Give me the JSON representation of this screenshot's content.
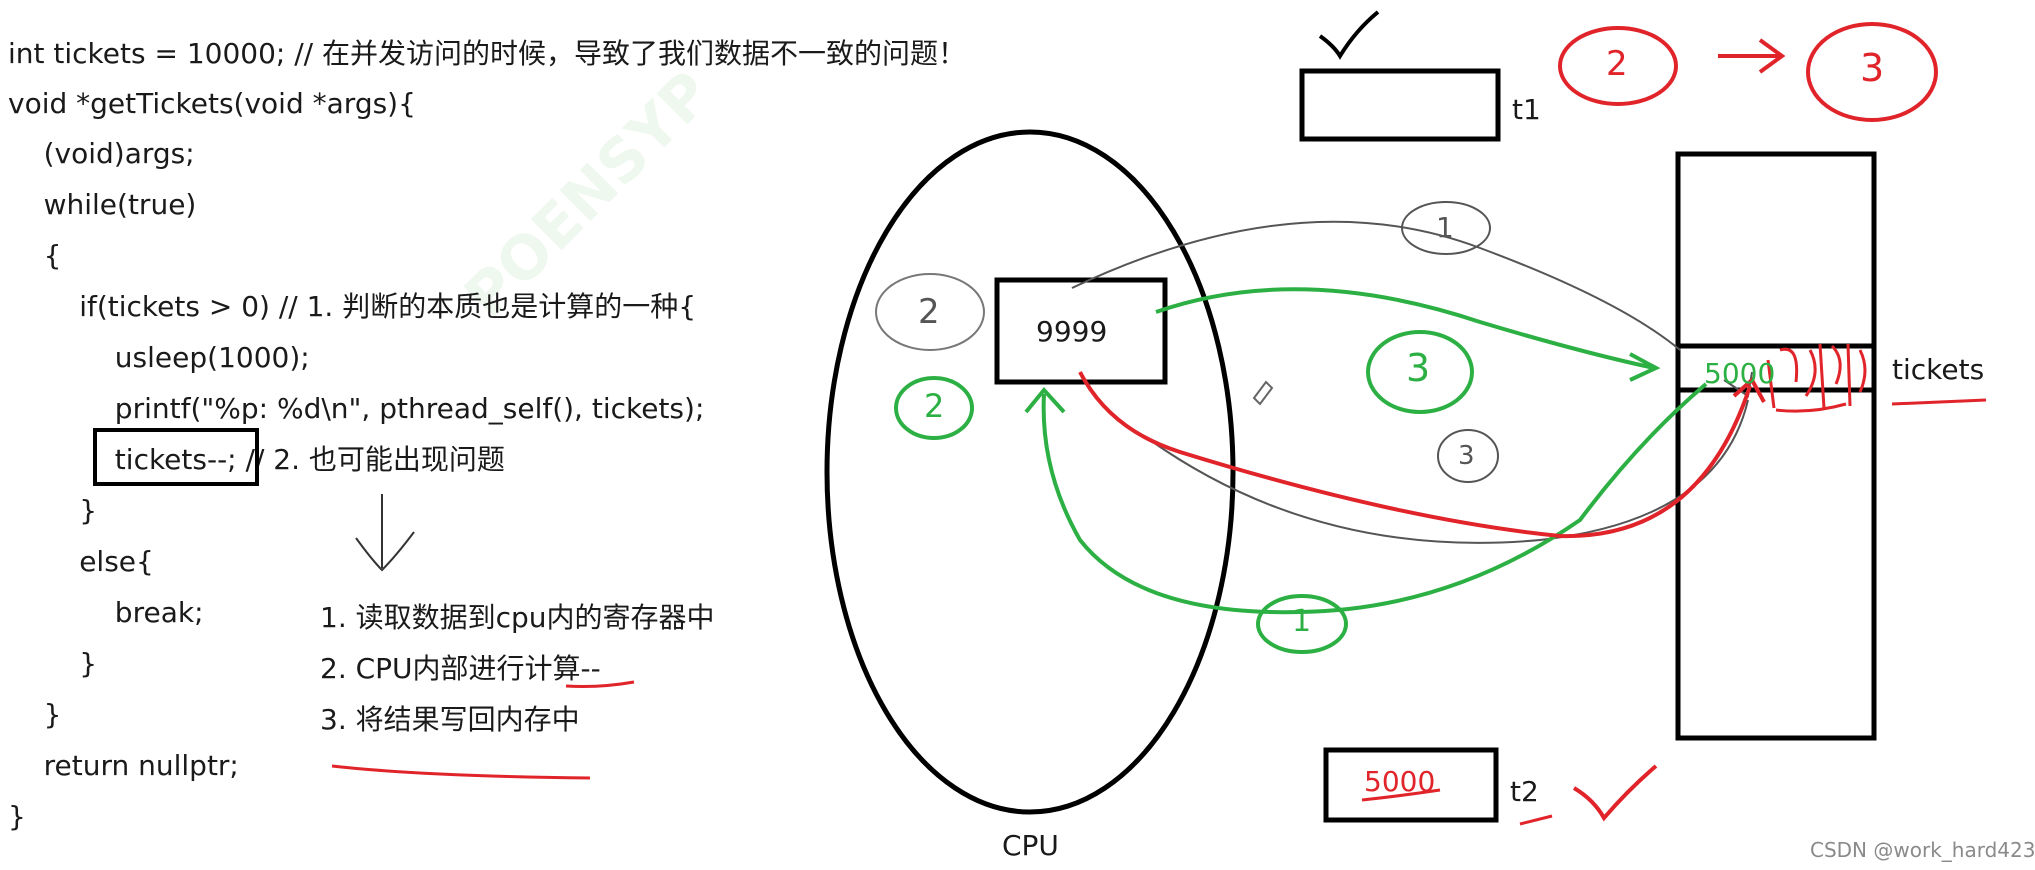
{
  "code": {
    "lines": [
      "int tickets = 10000; // 在并发访问的时候，导致了我们数据不一致的问题！",
      "void *getTickets(void *args){",
      "    (void)args;",
      "    while(true)",
      "    {",
      "        if(tickets > 0) // 1. 判断的本质也是计算的一种{",
      "            usleep(1000);",
      "            printf(\"%p: %d\\n\", pthread_self(), tickets);",
      "            tickets--; // 2. 也可能出现问题",
      "        }",
      "        else{",
      "            break;",
      "        }",
      "    }",
      "    return nullptr;",
      "}"
    ]
  },
  "notes": {
    "items": [
      "1. 读取数据到cpu内的寄存器中",
      "2. CPU内部进行计算--",
      "3. 将结果写回内存中"
    ]
  },
  "diagram": {
    "cpu_label": "CPU",
    "register_value": "9999",
    "memory_label": "tickets",
    "memory_value": "5000",
    "thread1_label": "t1",
    "thread2_label": "t2",
    "thread2_context_value": "5000",
    "annotation_numbers": {
      "red_before": "2",
      "red_after": "3",
      "gray_step1": "1",
      "gray_step2": "2",
      "gray_step3": "3",
      "green_step1": "1",
      "green_step2": "2",
      "green_step3": "3"
    }
  },
  "watermark": {
    "text": "CSDN @work_hard423",
    "ghost": "POENSYP"
  },
  "colors": {
    "ink": "#000000",
    "red": "#e0242a",
    "green": "#2cb043",
    "gray": "#555555"
  }
}
